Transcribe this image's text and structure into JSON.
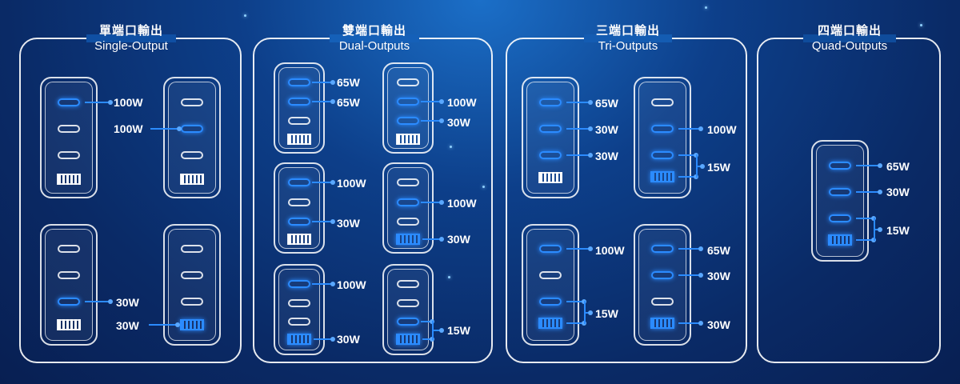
{
  "panels": [
    {
      "zh": "單端口輸出",
      "en": "Single-Output"
    },
    {
      "zh": "雙端口輸出",
      "en": "Dual-Outputs"
    },
    {
      "zh": "三端口輸出",
      "en": "Tri-Outputs"
    },
    {
      "zh": "四端口輸出",
      "en": "Quad-Outputs"
    }
  ],
  "labels": {
    "single": [
      "100W",
      "100W",
      "30W",
      "30W"
    ],
    "dual": [
      "65W",
      "65W",
      "100W",
      "30W",
      "100W",
      "30W",
      "100W",
      "30W",
      "100W",
      "30W",
      "15W"
    ],
    "tri": [
      "65W",
      "30W",
      "30W",
      "100W",
      "15W",
      "100W",
      "15W",
      "65W",
      "30W",
      "30W"
    ],
    "quad": [
      "65W",
      "30W",
      "15W"
    ]
  },
  "accent_color": "#2b8bff"
}
